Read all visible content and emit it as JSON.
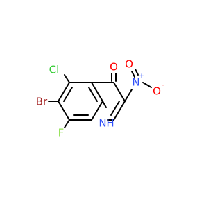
{
  "molecule": {
    "atoms": {
      "cl": {
        "symbol": "Cl",
        "color": "#33cc33"
      },
      "br": {
        "symbol": "Br",
        "color": "#a62929"
      },
      "f": {
        "symbol": "F",
        "color": "#90e050"
      },
      "o4": {
        "symbol": "O",
        "color": "#ff0000"
      },
      "n_ring": {
        "symbol": "H",
        "color": "#3050f8",
        "n_symbol": "N"
      },
      "n_nitro": {
        "symbol": "N",
        "color": "#3050f8",
        "charge": "+"
      },
      "o_nitro_double": {
        "symbol": "O",
        "color": "#ff0000"
      },
      "o_nitro_single": {
        "symbol": "O",
        "color": "#ff0000",
        "charge": "-"
      }
    },
    "bond_color": "#000000"
  }
}
